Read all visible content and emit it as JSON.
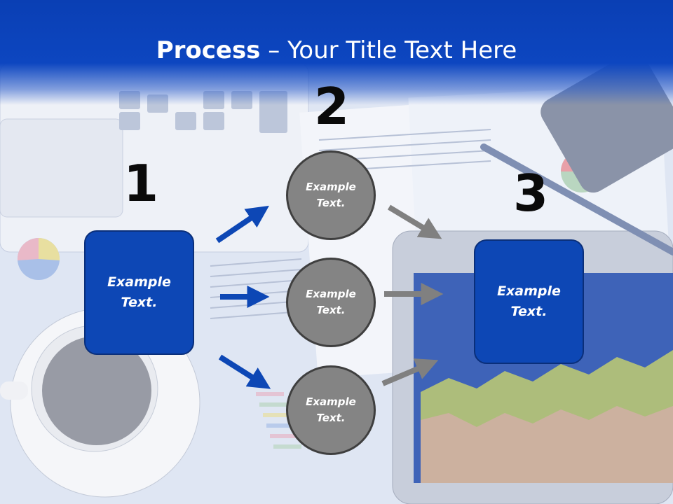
{
  "slide": {
    "title_bold": "Process",
    "title_rest": " – Your Title Text Here"
  },
  "steps": {
    "one": {
      "number": "1",
      "line1": "Example",
      "line2": "Text."
    },
    "two": {
      "number": "2"
    },
    "three": {
      "number": "3",
      "line1": "Example",
      "line2": "Text."
    }
  },
  "circles": [
    {
      "line1": "Example",
      "line2": "Text."
    },
    {
      "line1": "Example",
      "line2": "Text."
    },
    {
      "line1": "Example",
      "line2": "Text."
    }
  ],
  "colors": {
    "header_blue": "#0a3fb4",
    "box_blue": "#0d47b5",
    "circle_gray": "#848484",
    "arrow_blue": "#0d47b5",
    "arrow_gray": "#808080"
  }
}
